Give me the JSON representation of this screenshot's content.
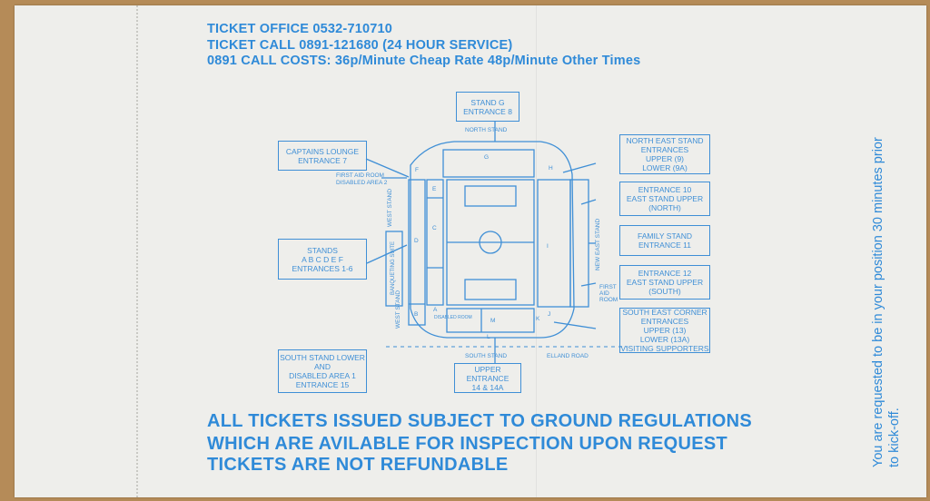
{
  "header": {
    "line1": "TICKET OFFICE 0532-710710",
    "line2": "TICKET CALL 0891-121680 (24 HOUR SERVICE)",
    "line3": "0891 CALL COSTS: 36p/Minute Cheap Rate  48p/Minute Other Times"
  },
  "footer": {
    "line1": "ALL TICKETS ISSUED SUBJECT TO GROUND REGULATIONS",
    "line2": "WHICH ARE AVILABLE FOR INSPECTION UPON REQUEST",
    "line3": "TICKETS ARE NOT REFUNDABLE"
  },
  "side_note": {
    "line1": "You are requested to be in your position 30 minutes prior",
    "line2": "to kick-off."
  },
  "map": {
    "stand_g_box": [
      "STAND G",
      "ENTRANCE 8"
    ],
    "captains_box": [
      "CAPTAINS LOUNGE",
      "ENTRANCE 7"
    ],
    "stands_box": [
      "STANDS",
      "A B C D E F",
      "ENTRANCES 1-6"
    ],
    "south_lower_box": [
      "SOUTH STAND LOWER",
      "AND",
      "DISABLED AREA 1",
      "ENTRANCE 15"
    ],
    "upper_box": [
      "UPPER",
      "ENTRANCE",
      "14 & 14A"
    ],
    "ne_stand_box": [
      "NORTH EAST STAND",
      "ENTRANCES",
      "UPPER (9)",
      "LOWER (9A)"
    ],
    "entrance10_box": [
      "ENTRANCE 10",
      "EAST STAND UPPER",
      "(NORTH)"
    ],
    "family_box": [
      "FAMILY STAND",
      "ENTRANCE 11"
    ],
    "entrance12_box": [
      "ENTRANCE 12",
      "EAST STAND UPPER",
      "(SOUTH)"
    ],
    "se_corner_box": [
      "SOUTH EAST CORNER",
      "ENTRANCES",
      "UPPER (13)",
      "LOWER (13A)",
      "VISITING SUPPORTERS"
    ],
    "labels": {
      "north_stand": "NORTH STAND",
      "south_stand": "SOUTH STAND",
      "elland_road": "ELLAND ROAD",
      "west_stand_upper": "WEST STAND",
      "west_stand_lower": "WEST STAND",
      "new_east_stand": "NEW EAST STAND",
      "banqueting": "BANQUETING SUITE",
      "first_aid_room": "FIRST AID ROOM",
      "disabled_area_2": "DISABLED AREA 2",
      "first_aid_east": "FIRST AID ROOM",
      "disabled_room": "DISABLED ROOM",
      "sec_g": "G",
      "sec_h": "H",
      "sec_f": "F",
      "sec_e": "E",
      "sec_d": "D",
      "sec_c": "C",
      "sec_b": "B",
      "sec_a": "A",
      "sec_i": "I",
      "sec_j": "J",
      "sec_k": "K",
      "sec_l": "L",
      "sec_m": "M"
    }
  },
  "colors": {
    "ink": "#2f8ad8",
    "paper": "#eeeeeb",
    "background": "#b58b58"
  }
}
